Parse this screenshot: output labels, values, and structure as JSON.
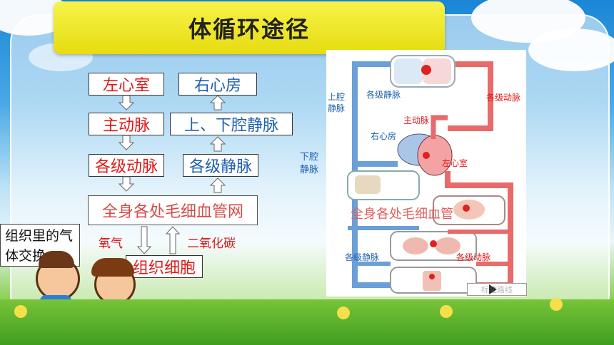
{
  "title": "体循环途径",
  "flow_left": [
    "左心室",
    "主动脉",
    "各级动脉"
  ],
  "flow_right": [
    "右心房",
    "上、下腔静脉",
    "各级静脉"
  ],
  "capillary": "全身各处毛细血管网",
  "oxygen": "氧气",
  "co2": "二氧化碳",
  "tissue_cell": "组织细胞",
  "side_note": "组织里的气体交换",
  "diagram_labels": {
    "svc": "上腔静脉",
    "veins_top": "各级静脉",
    "arteries_top": "各级动脉",
    "aorta": "主动脉",
    "right_atrium": "右心房",
    "ivc": "下腔静脉",
    "left_ventricle": "左心室",
    "capillary": "全身各处毛细血管",
    "veins_bottom": "各级静脉",
    "arteries_bottom": "各级动脉"
  },
  "route_button": "标注路线",
  "colors": {
    "arterial": "#e01818",
    "venous": "#1d5fb0",
    "title_bg": "#f0e822"
  }
}
